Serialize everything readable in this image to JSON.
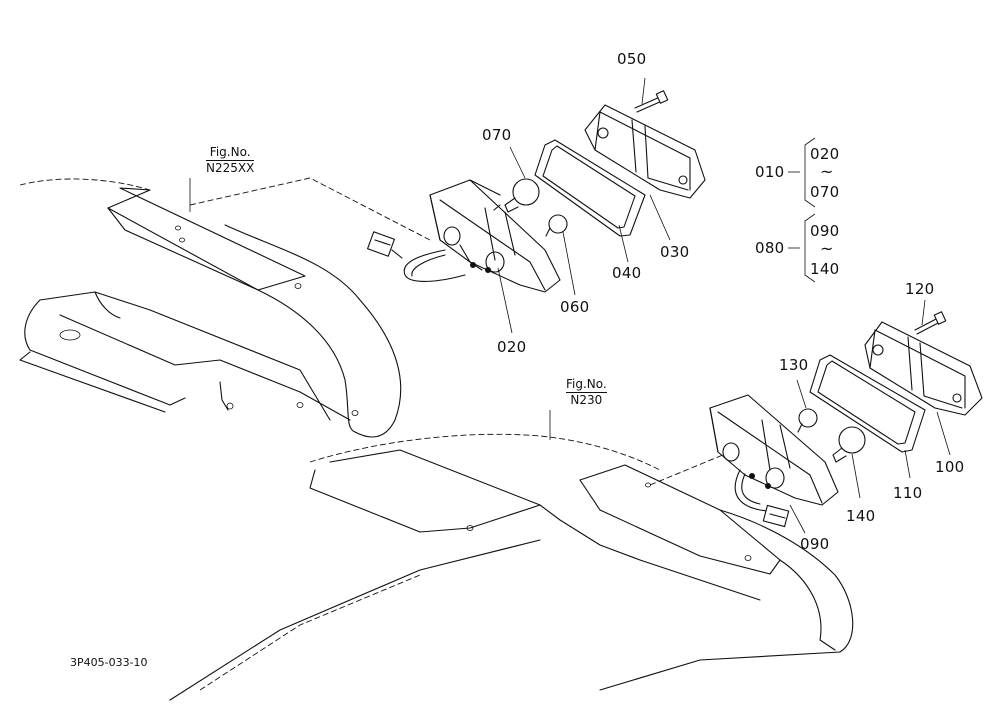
{
  "figure_refs": [
    {
      "title": "Fig.No.",
      "number": "N225XX"
    },
    {
      "title": "Fig.No.",
      "number": "N230"
    }
  ],
  "part_labels": {
    "p050": "050",
    "p070": "070",
    "p030": "030",
    "p040": "040",
    "p060": "060",
    "p020": "020",
    "p120": "120",
    "p130": "130",
    "p100": "100",
    "p110": "110",
    "p140": "140",
    "p090": "090"
  },
  "group_legend": [
    {
      "parent": "010",
      "from": "020",
      "to": "070"
    },
    {
      "parent": "080",
      "from": "090",
      "to": "140"
    }
  ],
  "range_symbol": "~",
  "drawing_code": "3P405-033-10"
}
